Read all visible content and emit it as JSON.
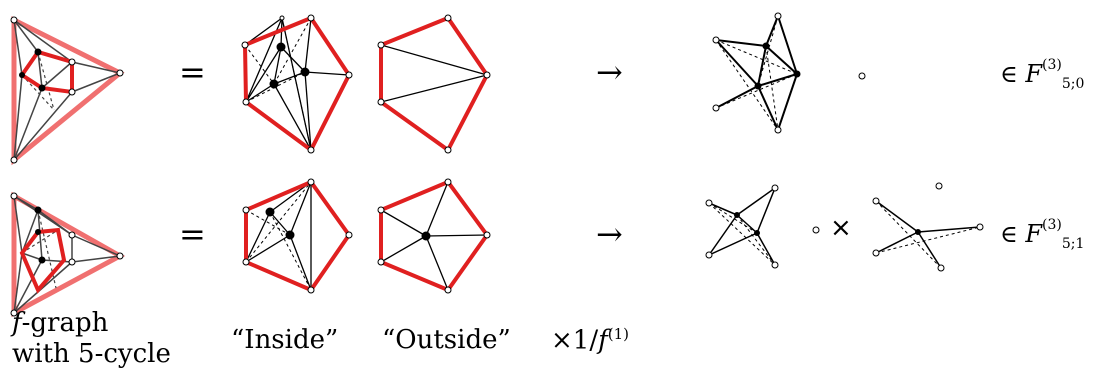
{
  "rows": [
    {
      "equals": "=",
      "arrow": "→",
      "mid_op": "",
      "set_base": "∈ F",
      "set_sup": "(3)",
      "set_sub": "5;0"
    },
    {
      "equals": "=",
      "arrow": "→",
      "mid_op": "×",
      "set_base": "∈ F",
      "set_sup": "(3)",
      "set_sub": "5;1"
    }
  ],
  "captions": {
    "fgraph_var": "f",
    "fgraph_line1_rest": "-graph",
    "fgraph_line2": "with 5-cycle",
    "inside": "“Inside”",
    "outside": "“Outside”",
    "factor_prefix": "×1/",
    "factor_var": "f",
    "factor_sup": "(1)"
  },
  "colors": {
    "cycle": "#e02020",
    "cycle_light": "#f07070",
    "edge": "#000000",
    "graph_edge": "#444444"
  }
}
